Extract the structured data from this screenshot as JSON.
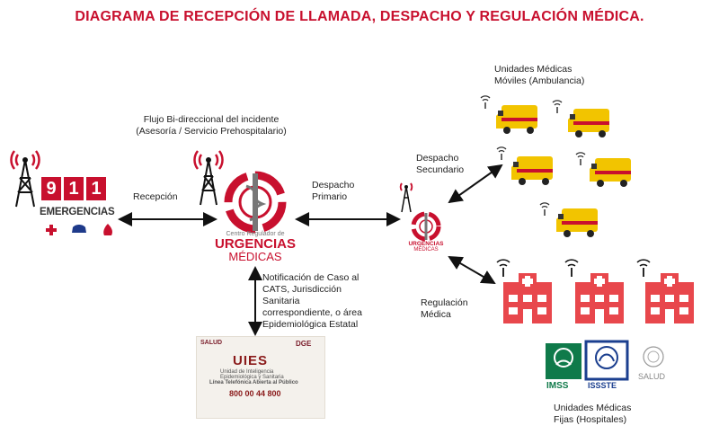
{
  "title": "DIAGRAMA DE RECEPCIÓN DE LLAMADA, DESPACHO Y REGULACIÓN MÉDICA.",
  "emergency": {
    "digits": [
      "9",
      "1",
      "1"
    ],
    "word": "EMERGENCIAS"
  },
  "crum": {
    "line1": "Centro Regulador de",
    "line2": "URGENCIAS",
    "line3": "MÉDICAS"
  },
  "small_crum": {
    "line1": "URGENCIAS",
    "line2": "MÉDICAS"
  },
  "labels": {
    "reception": "Recepción",
    "bidirectional_1": "Flujo Bi-direccional del incidente",
    "bidirectional_2": "(Asesoría / Servicio Prehospitalario)",
    "primary_1": "Despacho",
    "primary_2": "Primario",
    "secondary_1": "Despacho",
    "secondary_2": "Secundario",
    "mobile_1": "Unidades Médicas",
    "mobile_2": "Móviles (Ambulancia)",
    "notification": [
      "Notificación de Caso al",
      "CATS, Jurisdicción",
      "Sanitaria",
      "correspondiente, o área",
      "Epidemiológica Estatal"
    ],
    "regulation_1": "Regulación",
    "regulation_2": "Médica",
    "fixed_1": "Unidades Médicas",
    "fixed_2": "Fijas (Hospitales)"
  },
  "uies_card": {
    "salud": "SALUD",
    "dge": "DGE",
    "logo": "UIES",
    "subtitle": "Unidad de Inteligencia Epidemiológica y Sanitaria",
    "line": "Línea Telefónica Abierta al Público",
    "phone": "800 00 44 800"
  },
  "institutions": {
    "imss": "IMSS",
    "issste": "ISSSTE",
    "salud": "SALUD"
  },
  "colors": {
    "accent": "#c8102e",
    "ambulance": "#f2c400",
    "arrow": "#111111"
  }
}
